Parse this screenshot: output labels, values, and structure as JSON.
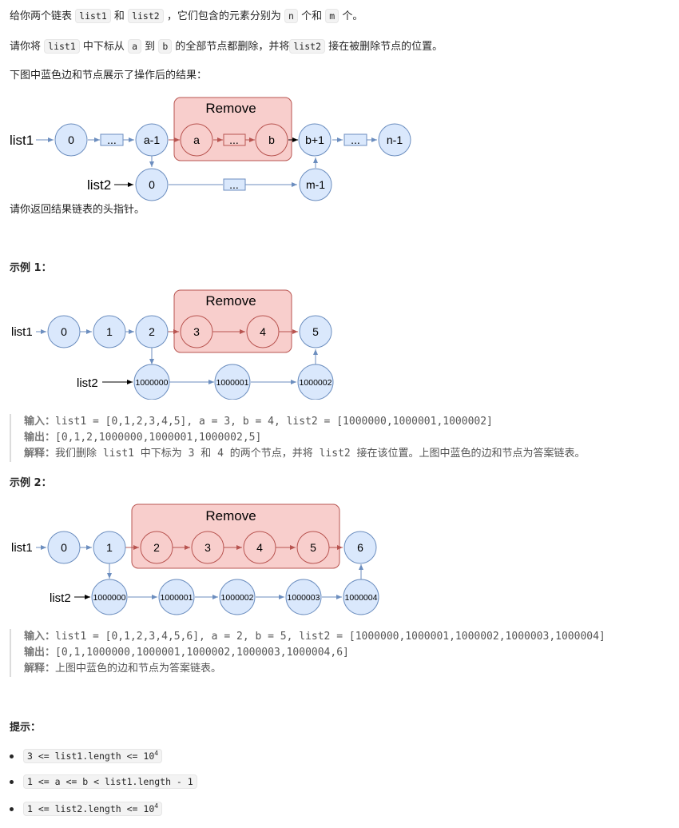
{
  "intro": {
    "l1_a": "给你两个链表",
    "l1_c1": "list1",
    "l1_b": "和",
    "l1_c2": "list2",
    "l1_c": "，它们包含的元素分别为",
    "l1_c3": "n",
    "l1_d": "个和",
    "l1_c4": "m",
    "l1_e": "个。",
    "l2_a": "请你将",
    "l2_c1": "list1",
    "l2_b": "中下标从",
    "l2_c2": "a",
    "l2_c": "到",
    "l2_c3": "b",
    "l2_d": "的全部节点都删除，并将",
    "l2_c4": "list2",
    "l2_e": "接在被删除节点的位置。",
    "l3": "下图中蓝色边和节点展示了操作后的结果：",
    "l4": "请你返回结果链表的头指针。"
  },
  "diagram0": {
    "remove": "Remove",
    "list1": "list1",
    "list2": "list2",
    "row1": [
      "0",
      "...",
      "a-1",
      "a",
      "...",
      "b",
      "b+1",
      "...",
      "n-1"
    ],
    "row2": [
      "0",
      "...",
      "m-1"
    ]
  },
  "example1": {
    "title": "示例 1：",
    "remove": "Remove",
    "list1": "list1",
    "list2": "list2",
    "row1": [
      "0",
      "1",
      "2",
      "3",
      "4",
      "5"
    ],
    "row2": [
      "1000000",
      "1000001",
      "1000002"
    ],
    "input_label": "输入：",
    "input": "list1 = [0,1,2,3,4,5], a = 3, b = 4, list2 = [1000000,1000001,1000002]",
    "output_label": "输出：",
    "output": "[0,1,2,1000000,1000001,1000002,5]",
    "explain_label": "解释：",
    "explain": "我们删除 list1 中下标为 3 和 4 的两个节点，并将 list2 接在该位置。上图中蓝色的边和节点为答案链表。"
  },
  "example2": {
    "title": "示例 2：",
    "remove": "Remove",
    "list1": "list1",
    "list2": "list2",
    "row1": [
      "0",
      "1",
      "2",
      "3",
      "4",
      "5",
      "6"
    ],
    "row2": [
      "1000000",
      "1000001",
      "1000002",
      "1000003",
      "1000004"
    ],
    "input_label": "输入：",
    "input": "list1 = [0,1,2,3,4,5,6], a = 2, b = 5, list2 = [1000000,1000001,1000002,1000003,1000004]",
    "output_label": "输出：",
    "output": "[0,1,1000000,1000001,1000002,1000003,1000004,6]",
    "explain_label": "解释：",
    "explain": "上图中蓝色的边和节点为答案链表。"
  },
  "hints": {
    "title": "提示：",
    "h1": "3 <= list1.length <= 10",
    "h1_sup": "4",
    "h2": "1 <= a <= b < list1.length - 1",
    "h3": "1 <= list2.length <= 10",
    "h3_sup": "4"
  },
  "colors": {
    "node_fill": "#dae8fc",
    "node_stroke": "#6c8ebf",
    "remove_fill": "#f8cecc",
    "remove_stroke": "#b85450"
  }
}
